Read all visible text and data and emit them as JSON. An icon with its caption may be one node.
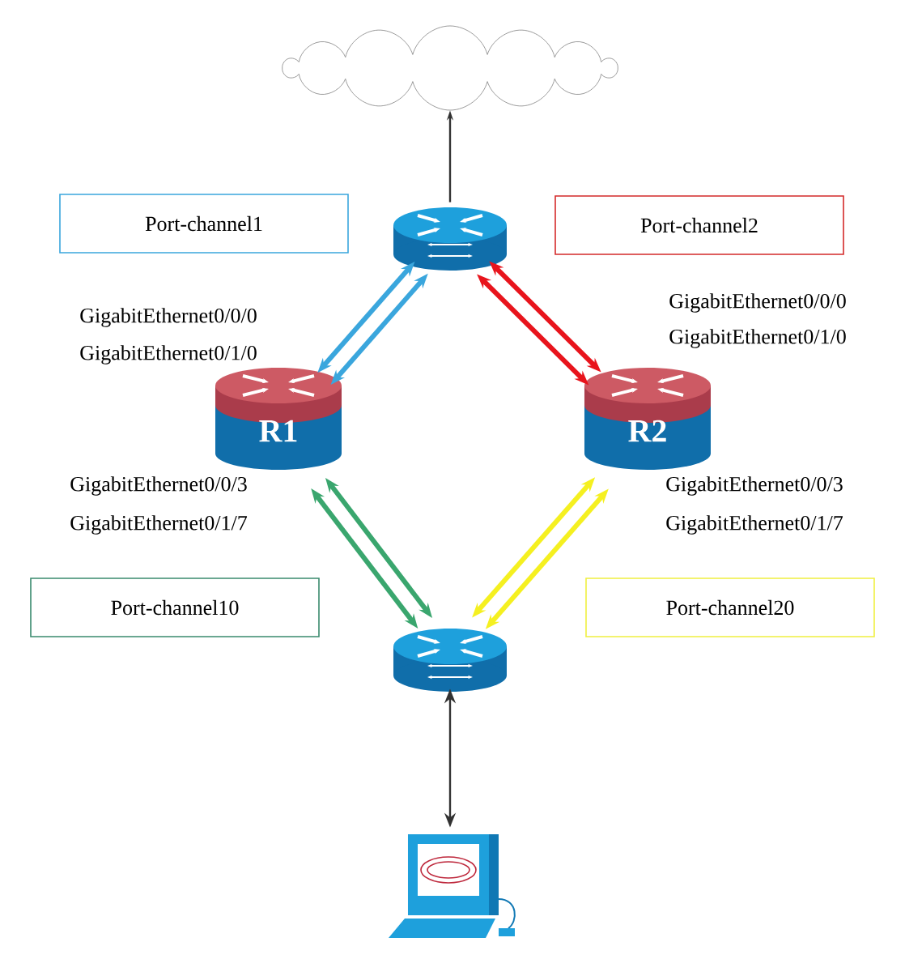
{
  "diagram": {
    "nodes": [
      {
        "text": [],
        "shape": "cloud"
      },
      {
        "text": [
          "Port-channel1"
        ]
      },
      {
        "text": [],
        "shape": "cylinder"
      },
      {
        "text": [
          "Port-channel2"
        ]
      },
      {
        "text": [
          "R1"
        ]
      },
      {
        "text": [
          "R2"
        ]
      },
      {
        "text": [
          "Port-channel10"
        ]
      },
      {
        "text": [],
        "shape": "cylinder"
      },
      {
        "text": [
          "Port-channel20"
        ]
      },
      {
        "text": [],
        "shape": "computer"
      }
    ],
    "edges": [
      {
        "from": 2,
        "to": 0,
        "arrow": "to"
      },
      {
        "from": 4,
        "to": 2,
        "arrow": "both",
        "color": "#3aa6dd"
      },
      {
        "from": 4,
        "to": 2,
        "arrow": "both",
        "color": "#3aa6dd"
      },
      {
        "from": 5,
        "to": 2,
        "arrow": "both",
        "color": "#e8141c"
      },
      {
        "from": 5,
        "to": 2,
        "arrow": "both",
        "color": "#e8141c"
      },
      {
        "from": 4,
        "to": 7,
        "arrow": "both",
        "color": "#3aa66e"
      },
      {
        "from": 4,
        "to": 7,
        "arrow": "both",
        "color": "#3aa66e"
      },
      {
        "from": 5,
        "to": 7,
        "arrow": "both",
        "color": "#f5f020"
      },
      {
        "from": 5,
        "to": 7,
        "arrow": "both",
        "color": "#f5f020"
      },
      {
        "from": 7,
        "to": 9,
        "arrow": "both"
      }
    ],
    "labels": [
      "GigabitEthernet0/0/0",
      "GigabitEthernet0/1/0",
      "GigabitEthernet0/0/0",
      "GigabitEthernet0/1/0",
      "GigabitEthernet0/0/3",
      "GigabitEthernet0/1/7",
      "GigabitEthernet0/0/3",
      "GigabitEthernet0/1/7"
    ]
  }
}
